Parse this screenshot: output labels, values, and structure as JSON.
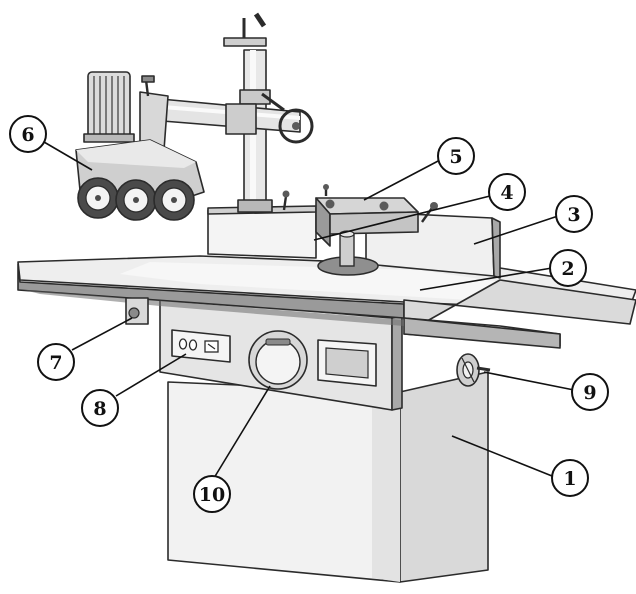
{
  "diagram": {
    "colors": {
      "ink": "#2b2b2b",
      "light_gray": "#e9e9e9",
      "mid_gray": "#c8c8c8",
      "dark_gray": "#8a8a8a",
      "shadow": "#6e6e6e"
    },
    "callouts": [
      {
        "id": "1",
        "label": "1"
      },
      {
        "id": "2",
        "label": "2"
      },
      {
        "id": "3",
        "label": "3"
      },
      {
        "id": "4",
        "label": "4"
      },
      {
        "id": "5",
        "label": "5"
      },
      {
        "id": "6",
        "label": "6"
      },
      {
        "id": "7",
        "label": "7"
      },
      {
        "id": "8",
        "label": "8"
      },
      {
        "id": "9",
        "label": "9"
      },
      {
        "id": "10",
        "label": "10"
      }
    ]
  }
}
